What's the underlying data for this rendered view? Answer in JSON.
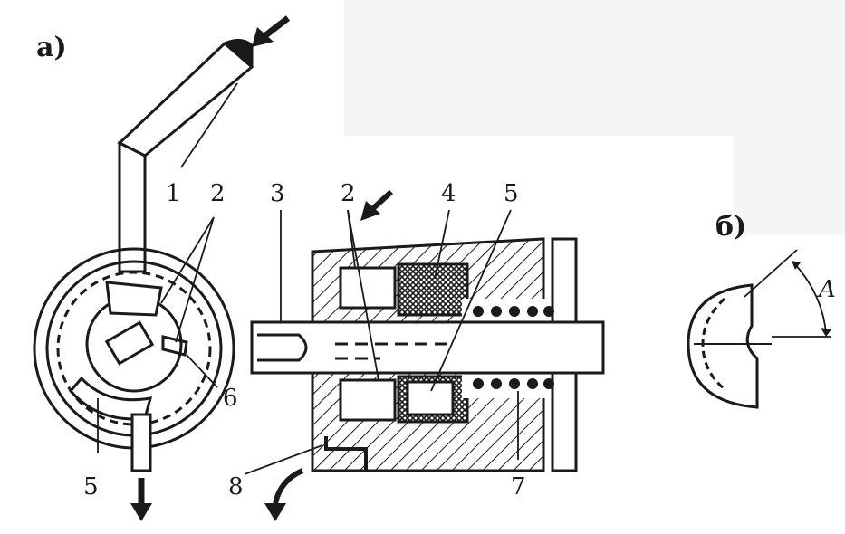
{
  "panel_a": {
    "title": "а)",
    "labels": {
      "l1": "1",
      "l2": "2",
      "l3": "3",
      "l2b": "2",
      "l4": "4",
      "l5": "5",
      "l6": "6",
      "l5b": "5",
      "l8": "8",
      "l7": "7"
    }
  },
  "panel_b": {
    "title": "б)",
    "angle_label": "A"
  },
  "colors": {
    "ink": "#1a1a1a",
    "paper": "#ffffff",
    "shade": "#efefef"
  }
}
